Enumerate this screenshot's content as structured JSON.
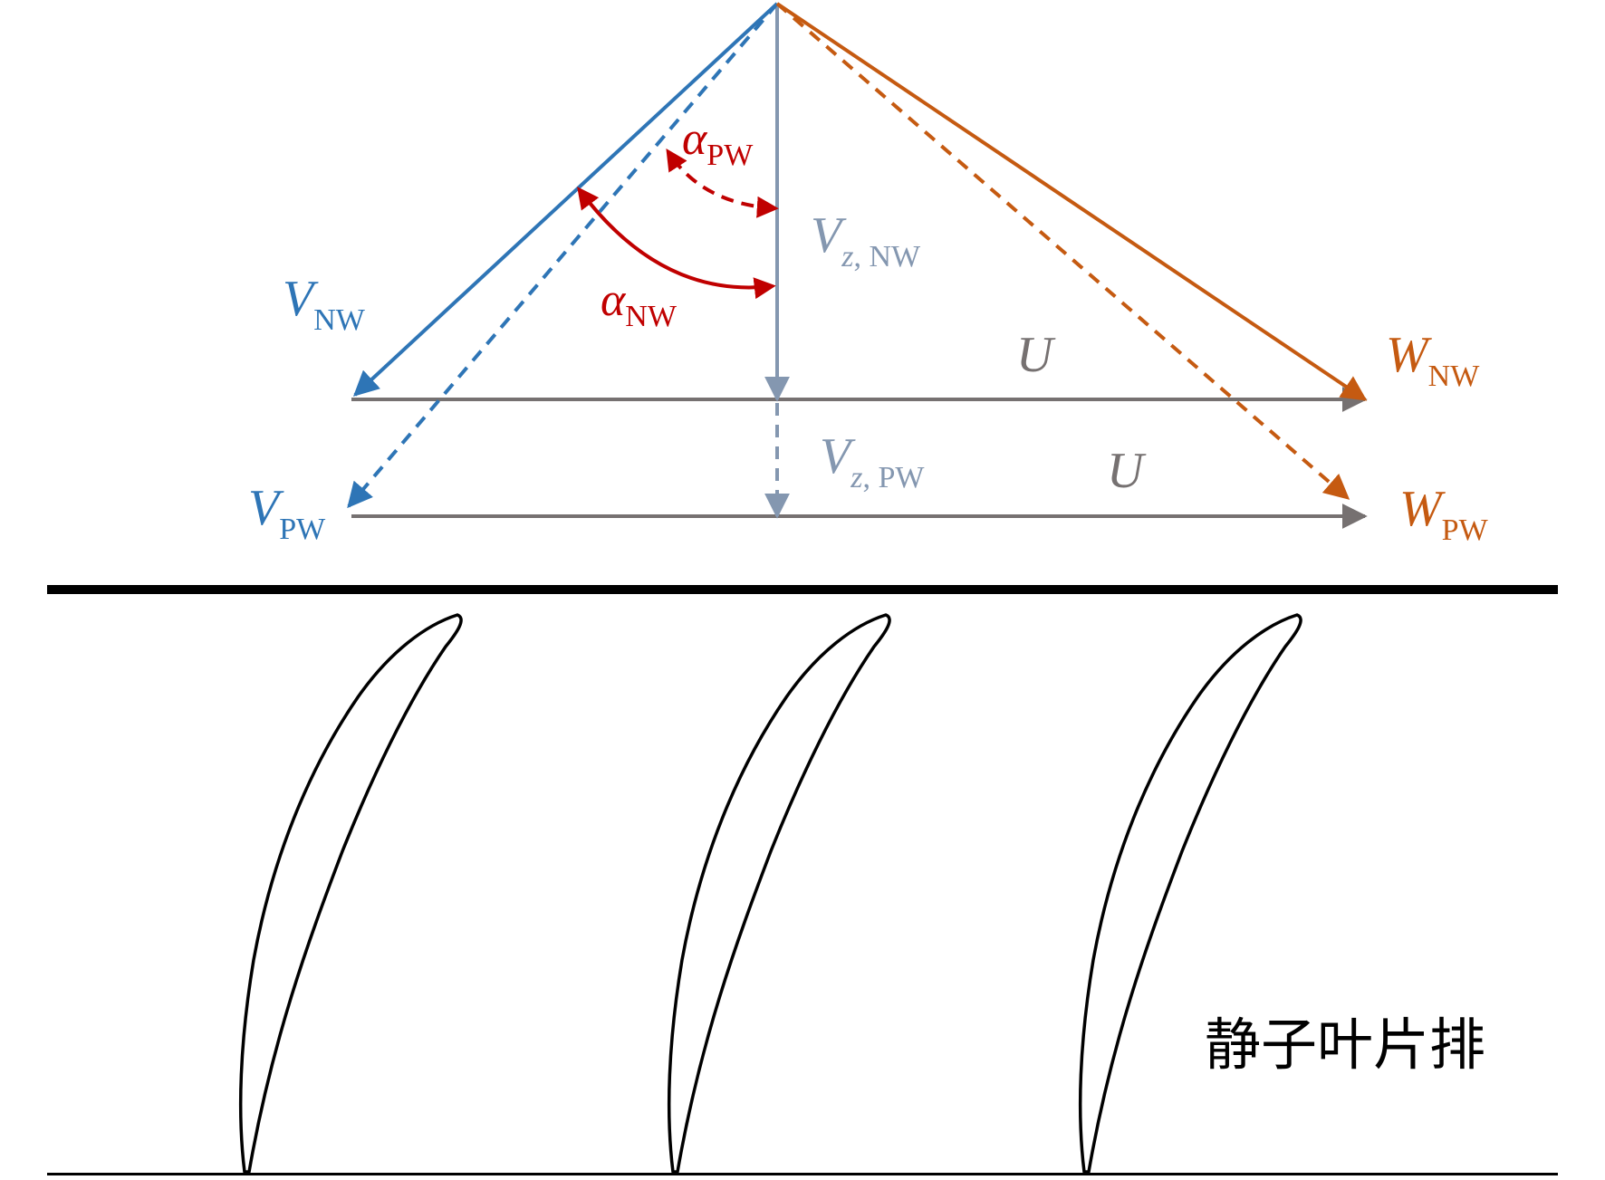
{
  "colors": {
    "blue": "#2E75B6",
    "orange": "#C55A11",
    "red": "#C00000",
    "steel": "#8497B0",
    "gray": "#767171",
    "black": "#000000"
  },
  "labels": {
    "v_nw": {
      "main": "V",
      "sub": "NW"
    },
    "v_pw": {
      "main": "V",
      "sub": "PW"
    },
    "w_nw": {
      "main": "W",
      "sub": "NW"
    },
    "w_pw": {
      "main": "W",
      "sub": "PW"
    },
    "alpha_pw": {
      "main": "α",
      "sub": "PW"
    },
    "alpha_nw": {
      "main": "α",
      "sub": "NW"
    },
    "vz_nw": {
      "main": "V",
      "sub_z": "z",
      "sub_rest": ", NW"
    },
    "vz_pw": {
      "main": "V",
      "sub_z": "z",
      "sub_rest": ", PW"
    },
    "u_nw": "U",
    "u_pw": "U"
  },
  "stator_label": "静子叶片排",
  "icons": {
    "blade": "stator-blade-profile",
    "arrowhead": "triangle-arrowhead"
  }
}
